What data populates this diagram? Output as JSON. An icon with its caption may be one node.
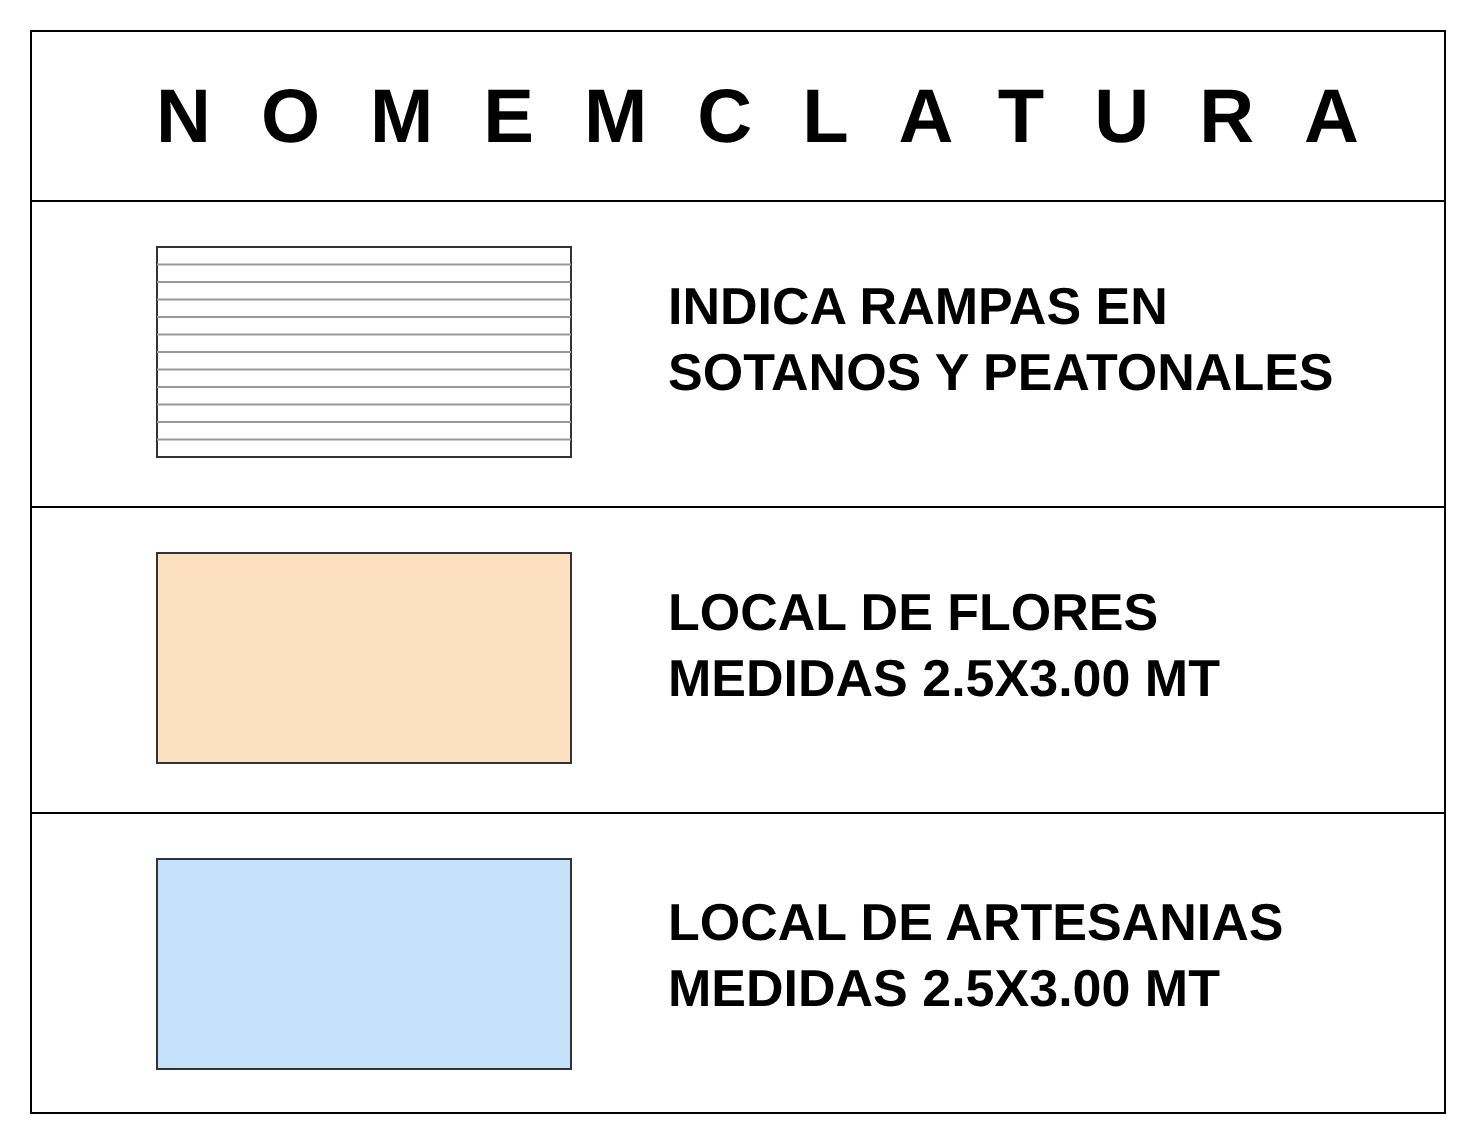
{
  "diagram": {
    "title": "NOMEMCLATURA",
    "legend": [
      {
        "text": "INDICA RAMPAS EN SOTANOS Y PEATONALES"
      },
      {
        "text": "LOCAL DE FLORES MEDIDAS 2.5X3.00 MT",
        "color": "#fde0c0"
      },
      {
        "text": "LOCAL DE ARTESANIAS MEDIDAS 2.5X3.00 MT",
        "color": "#c4e0fb"
      }
    ]
  }
}
